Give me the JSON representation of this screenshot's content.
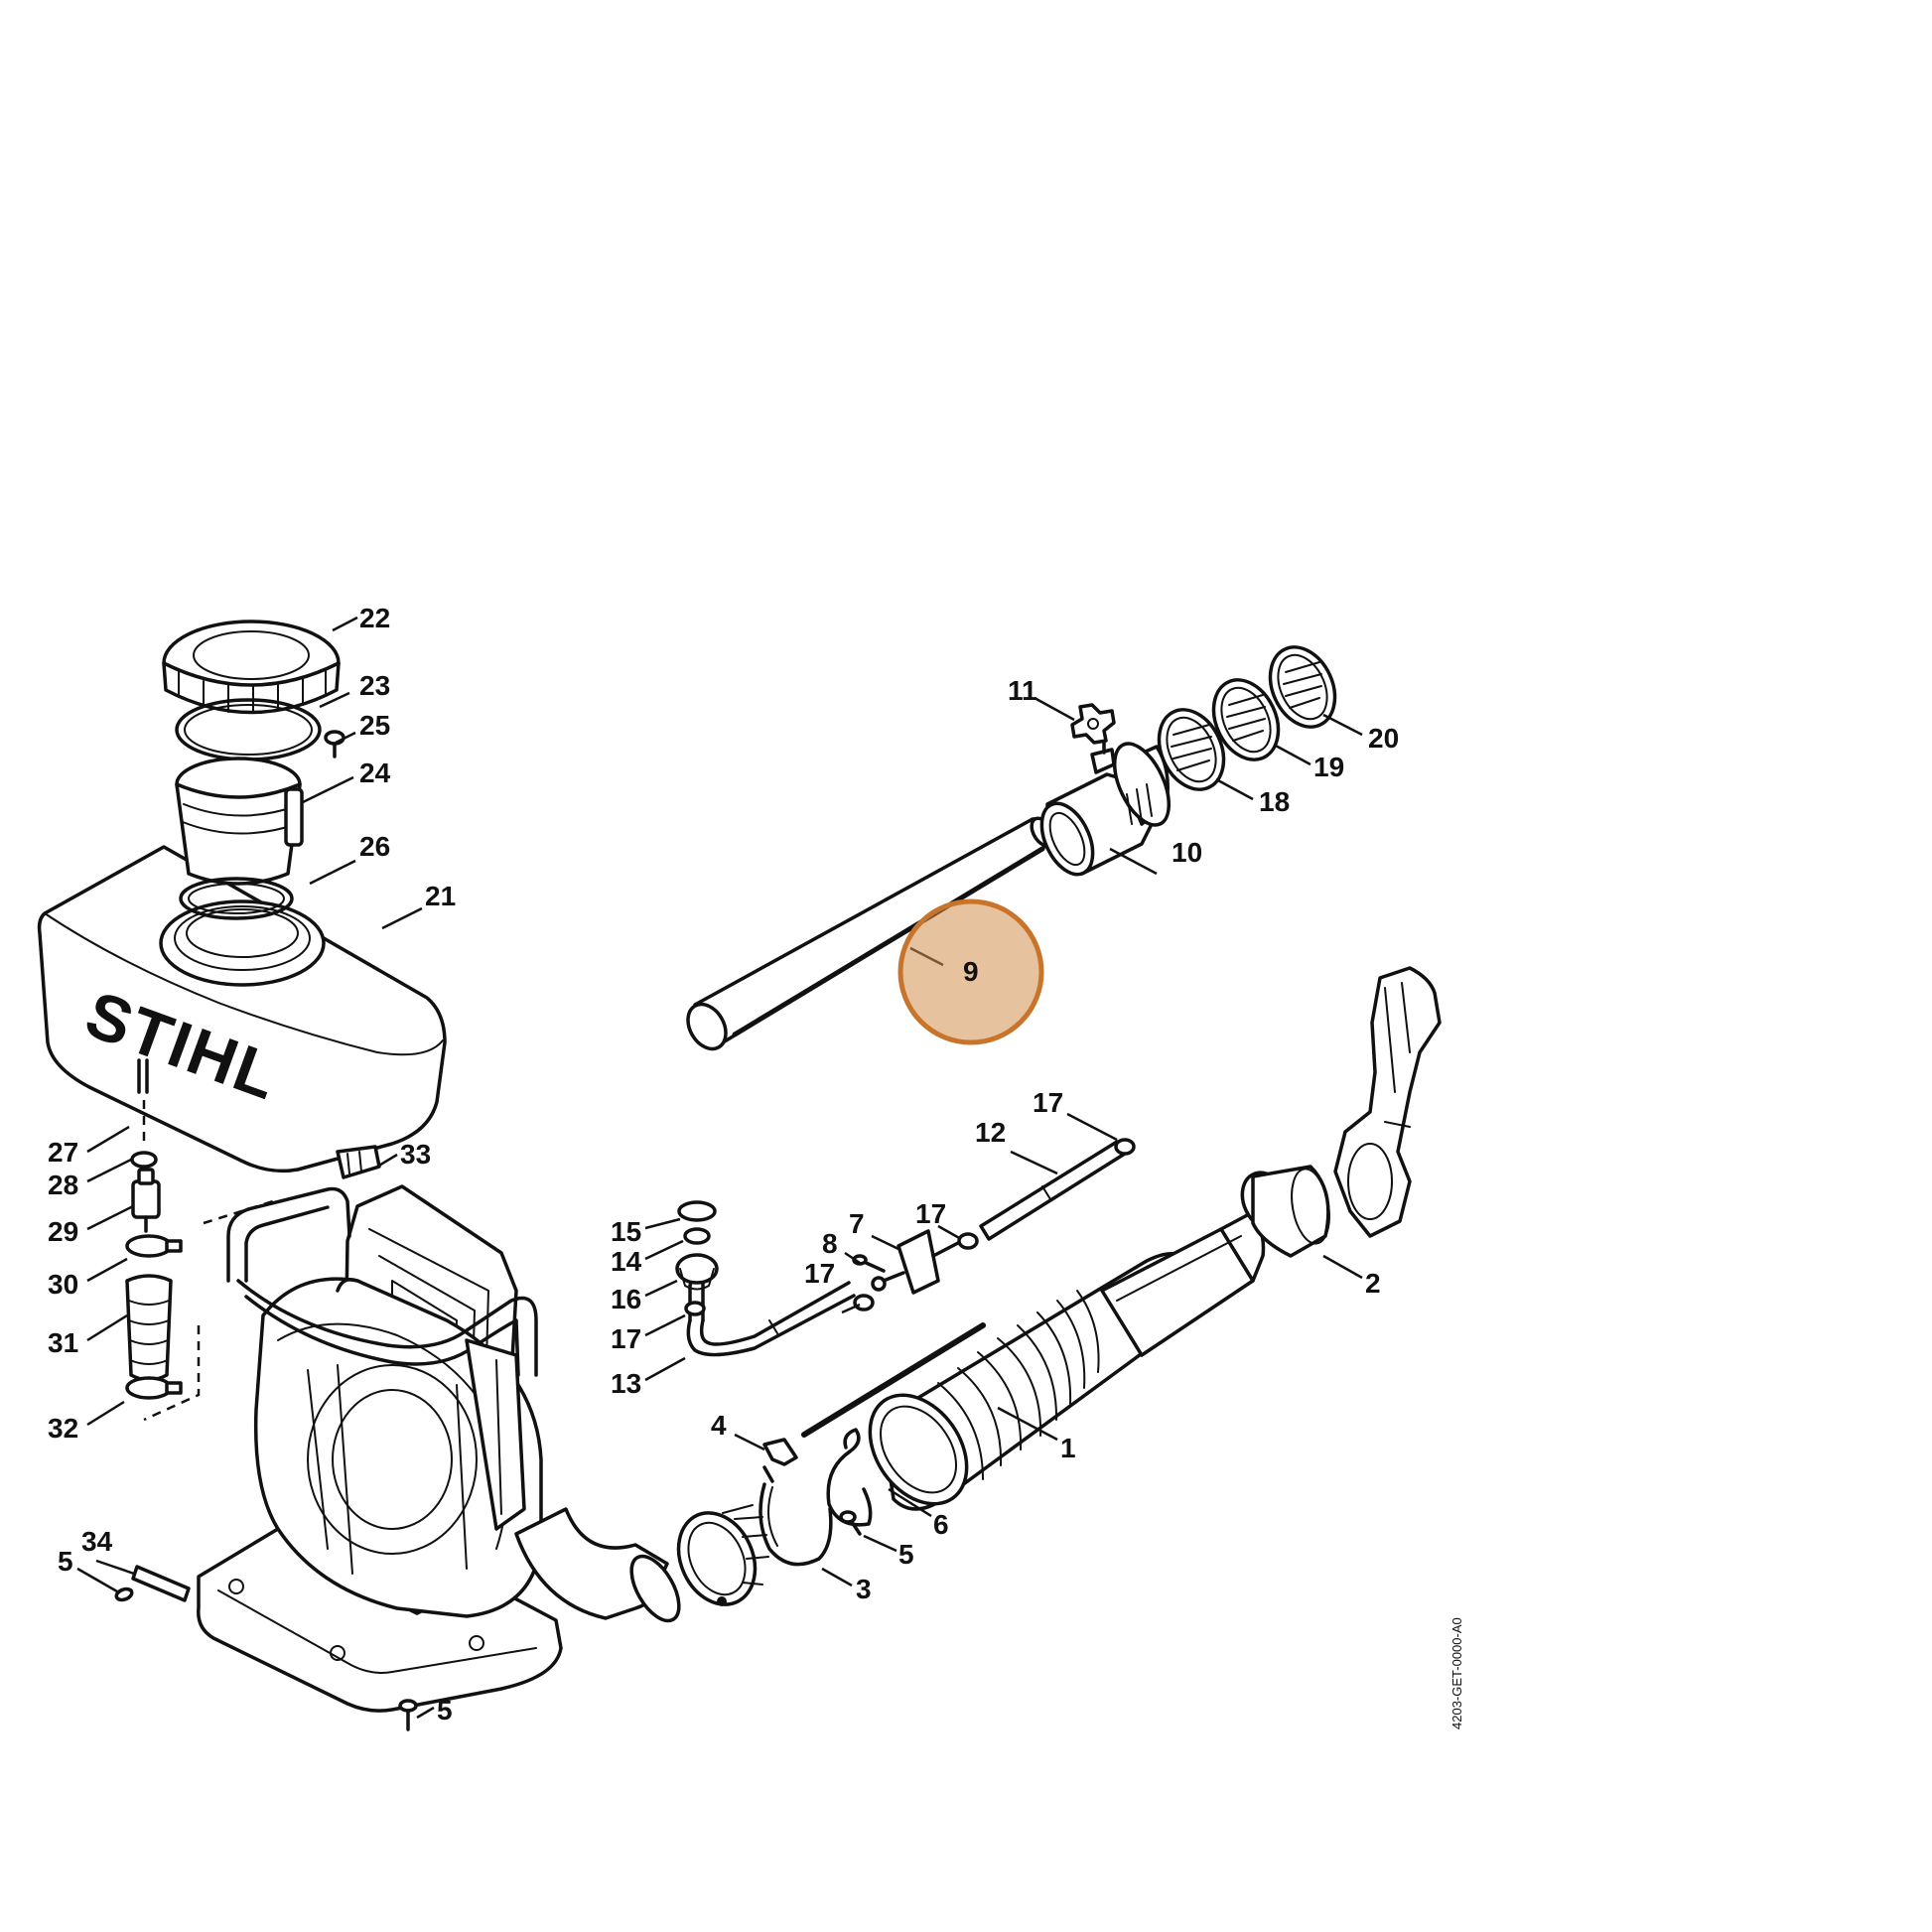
{
  "brand_text": "STIHL",
  "drawing_code": "4203-GET-0000-A0",
  "highlighted_part": "9",
  "highlight_color": "#c8742a",
  "labels": {
    "l1": "1",
    "l2": "2",
    "l3": "3",
    "l4": "4",
    "l5a": "5",
    "l5b": "5",
    "l5c": "5",
    "l6": "6",
    "l7": "7",
    "l8": "8",
    "l9": "9",
    "l10": "10",
    "l11": "11",
    "l12": "12",
    "l13": "13",
    "l14": "14",
    "l15": "15",
    "l16": "16",
    "l17a": "17",
    "l17b": "17",
    "l17c": "17",
    "l17d": "17",
    "l18": "18",
    "l19": "19",
    "l20": "20",
    "l21": "21",
    "l22": "22",
    "l23": "23",
    "l24": "24",
    "l25": "25",
    "l26": "26",
    "l27": "27",
    "l28": "28",
    "l29": "29",
    "l30": "30",
    "l31": "31",
    "l32": "32",
    "l33": "33",
    "l34": "34"
  }
}
